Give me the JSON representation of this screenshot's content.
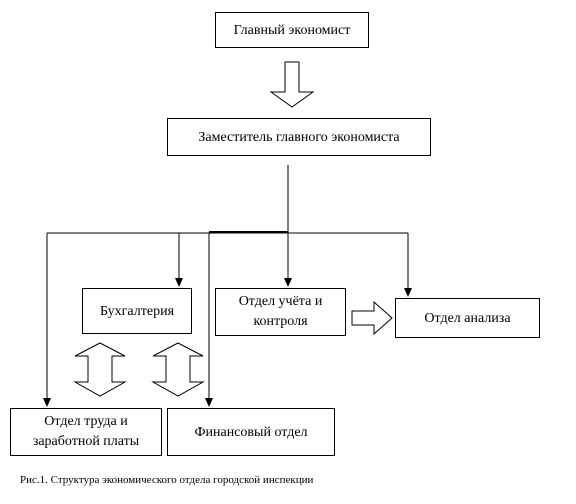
{
  "diagram": {
    "chief": "Главный экономист",
    "deputy": "Заместитель главного экономиста",
    "accounting": "Бухгалтерия",
    "accounting_control": {
      "line1": "Отдел учёта и",
      "line2": "контроля"
    },
    "analysis": "Отдел анализа",
    "labor_wages": {
      "line1": "Отдел труда и",
      "line2": "заработной платы"
    },
    "finance": "Финансовый отдел"
  },
  "caption": "Рис.1. Структура экономического отдела городской инспекции",
  "colors": {
    "line": "#000000",
    "background": "#ffffff"
  }
}
